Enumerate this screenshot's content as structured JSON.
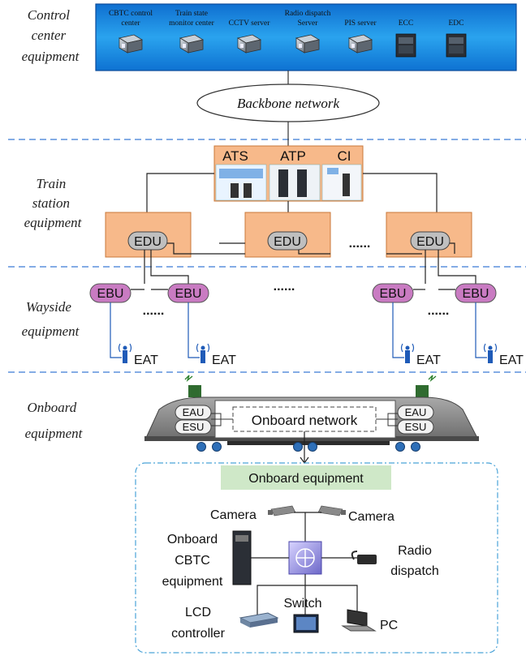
{
  "sections": {
    "control": "Control center equipment",
    "station": "Train station equipment",
    "wayside": "Wayside equipment",
    "onboard": "Onboard equipment"
  },
  "section_lines": {
    "control": [
      "Control",
      "center",
      "equipment"
    ],
    "station": [
      "Train",
      "station",
      "equipment"
    ],
    "wayside": [
      "Wayside",
      "equipment"
    ],
    "onboard": [
      "Onboard",
      "equipment"
    ]
  },
  "control_center": {
    "servers": [
      {
        "lines": [
          "CBTC control",
          "center"
        ]
      },
      {
        "lines": [
          "Train state",
          "monitor center"
        ]
      },
      {
        "lines": [
          "CCTV server"
        ]
      },
      {
        "lines": [
          "Radio dispatch",
          "Server"
        ]
      },
      {
        "lines": [
          "PIS server"
        ]
      },
      {
        "lines": [
          "ECC"
        ]
      },
      {
        "lines": [
          "EDC"
        ]
      }
    ],
    "backbone": "Backbone network"
  },
  "station": {
    "systems": [
      "ATS",
      "ATP",
      "CI"
    ],
    "edu_label": "EDU",
    "ellipsis": "......"
  },
  "wayside": {
    "ebu_label": "EBU",
    "eat_label": "EAT",
    "ellipsis": "......"
  },
  "train": {
    "eau_label": "EAU",
    "esu_label": "ESU",
    "network": "Onboard network"
  },
  "onboard_detail": {
    "title": "Onboard equipment",
    "camera_left": "Camera",
    "camera_right": "Camera",
    "cbtc_lines": [
      "Onboard",
      "CBTC",
      "equipment"
    ],
    "radio_lines": [
      "Radio",
      "dispatch"
    ],
    "switch": "Switch",
    "lcd_lines": [
      "LCD",
      "controller"
    ],
    "pc": "PC"
  },
  "colors": {
    "control_fill": "#1e8fe6",
    "station_fill": "#f7b98a",
    "ebu_fill": "#c97bc2",
    "edu_fill": "#bfbfbf",
    "dash": "#3a7bd5",
    "label_green": "#cfe8c8",
    "train_body": "#8f8f8f"
  }
}
